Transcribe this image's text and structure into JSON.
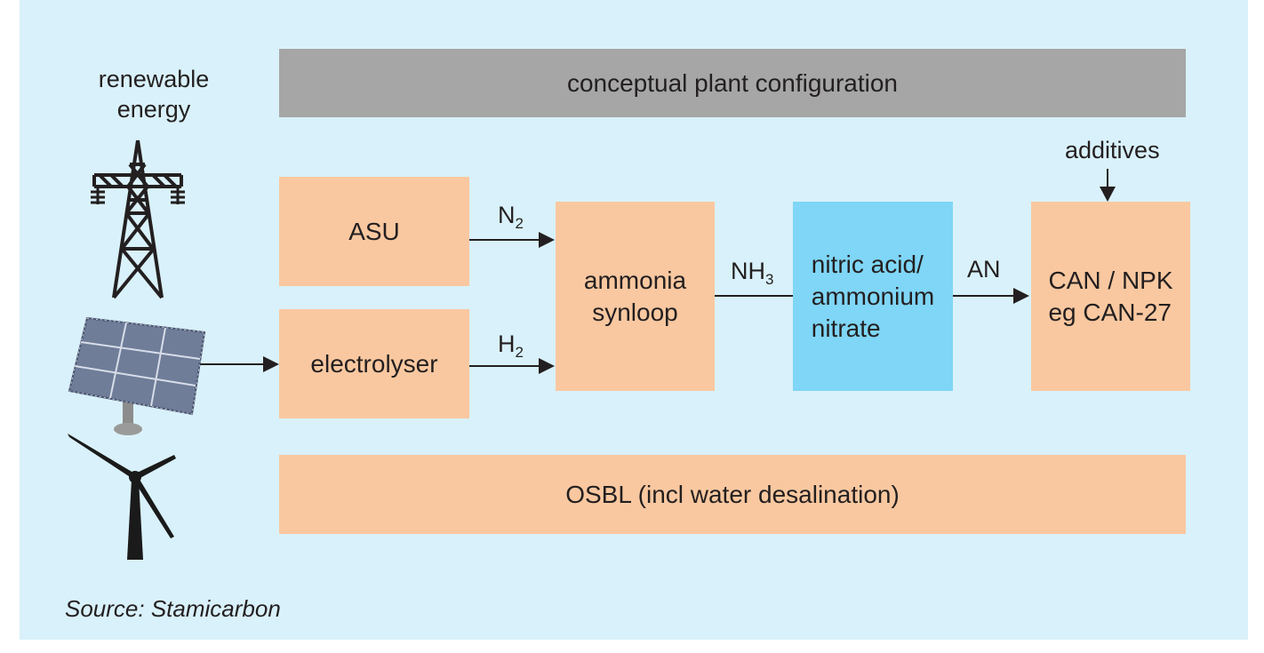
{
  "header": {
    "title": "conceptual plant configuration"
  },
  "energy": {
    "label_line1": "renewable",
    "label_line2": "energy"
  },
  "boxes": {
    "asu": "ASU",
    "electrolyser": "electrolyser",
    "ammonia_line1": "ammonia",
    "ammonia_line2": "synloop",
    "nitric_line1": "nitric acid/",
    "nitric_line2": "ammonium",
    "nitric_line3": "nitrate",
    "can_line1": "CAN / NPK",
    "can_line2": "eg CAN-27",
    "osbl": "OSBL (incl water desalination)"
  },
  "flows": {
    "n2": "N",
    "n2_sub": "2",
    "h2": "H",
    "h2_sub": "2",
    "nh3": "NH",
    "nh3_sub": "3",
    "an": "AN",
    "additives": "additives"
  },
  "source": "Source: Stamicarbon",
  "colors": {
    "background": "#d9f1fa",
    "process_box": "#f9c8a0",
    "nitric_box": "#7fd6f6",
    "header_box": "#a6a6a6"
  },
  "icons": [
    "pylon-icon",
    "solar-panel-icon",
    "wind-turbine-icon"
  ]
}
